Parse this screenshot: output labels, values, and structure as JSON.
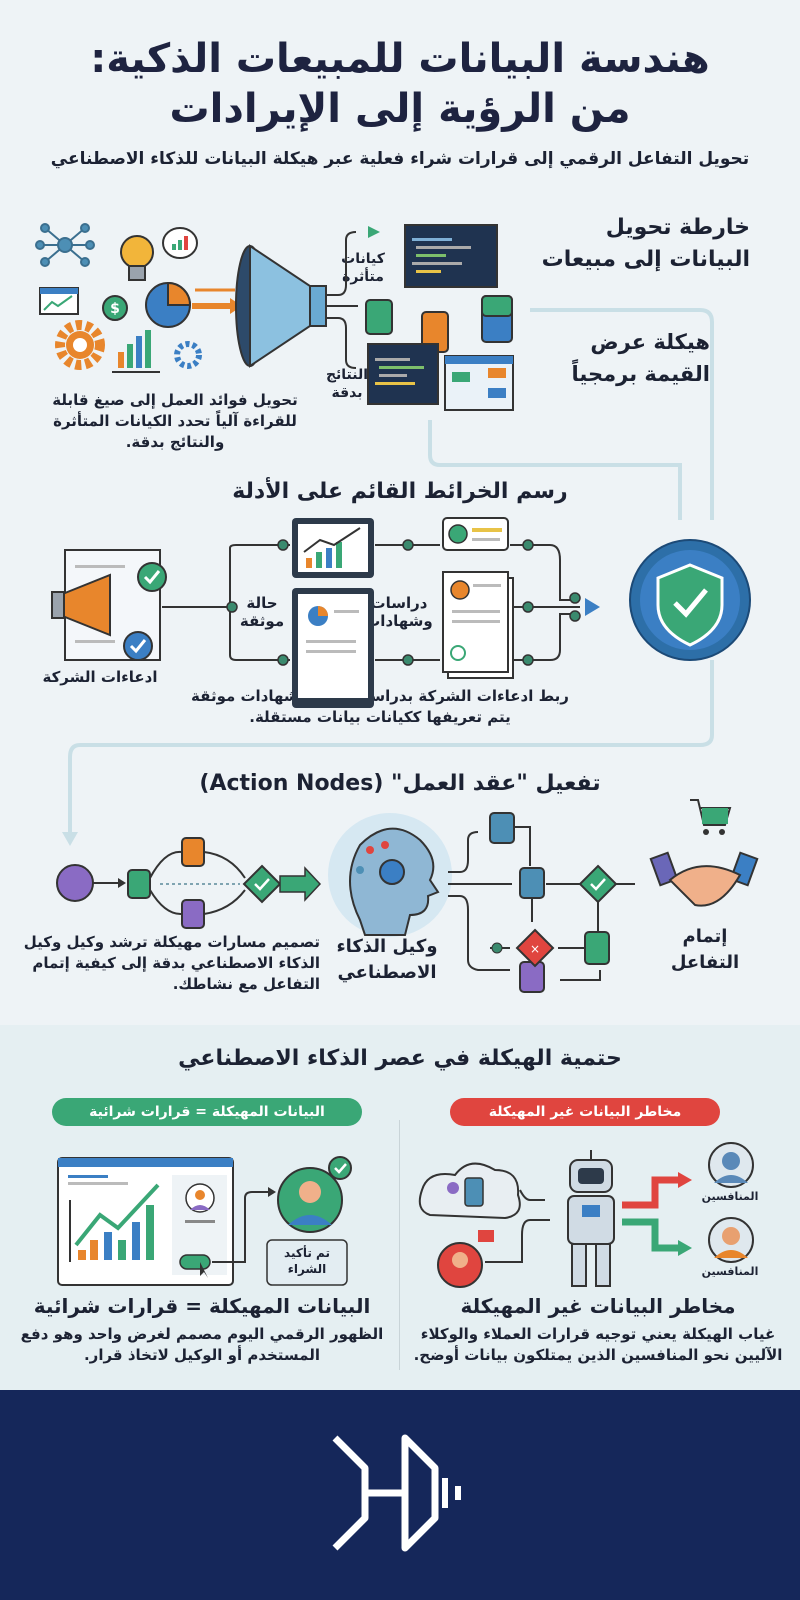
{
  "header": {
    "title_line1": "هندسة البيانات للمبيعات الذكية:",
    "title_line2": "من الرؤية إلى الإيرادات",
    "subtitle": "تحويل التفاعل الرقمي إلى قرارات شراء فعلية عبر هيكلة البيانات للذكاء الاصطناعي"
  },
  "section1": {
    "heading": "خارطة تحويل البيانات إلى مبيعات",
    "subheading": "هيكلة عرض القيمة برمجياً",
    "label_entities": "كيانات متأثرة",
    "label_results": "النتائج بدقة",
    "description": "تحويل فوائد العمل إلى صيغ قابلة للقراءة آلياً تحدد الكيانات المتأثرة والنتائج بدقة."
  },
  "section2": {
    "heading": "رسم الخرائط القائم على الأدلة",
    "label_claims": "ادعاءات الشركة",
    "label_case": "حالة موثقة",
    "label_studies": "دراسات وشهادات",
    "description": "ربط ادعاءات الشركة بدراسات حالة وشهادات موثقة يتم تعريفها ككيانات بيانات مستقلة."
  },
  "section3": {
    "heading": "تفعيل \"عقد العمل\" (Action Nodes)",
    "label_agent": "وكيل الذكاء الاصطناعي",
    "label_complete": "إتمام التفاعل",
    "description": "تصميم مسارات مهيكلة ترشد وكيل وكيل الذكاء الاصطناعي بدقة إلى كيفية إتمام التفاعل مع نشاطك."
  },
  "section4": {
    "heading": "حتمية الهيكلة في عصر الذكاء الاصطناعي",
    "structured": {
      "pill": "البيانات المهيكلة = قرارات شرائية",
      "title": "البيانات المهيكلة = قرارات شرائية",
      "confirm_label": "تم تأكيد الشراء",
      "description": "الظهور الرقمي اليوم مصمم لغرض واحد وهو دفع المستخدم أو الوكيل لاتخاذ قرار."
    },
    "unstructured": {
      "pill": "مخاطر البيانات غير المهيكلة",
      "title": "مخاطر البيانات غير المهيكلة",
      "competitor_label_1": "المنافسين",
      "competitor_label_2": "المنافسين",
      "description": "غياب الهيكلة يعني توجيه قرارات العملاء والوكلاء الآليين نحو المنافسين الذين يمتلكون بيانات أوضح."
    }
  },
  "colors": {
    "navy": "#15275a",
    "green": "#3aa776",
    "red": "#e0453f",
    "blue": "#3b7fc4",
    "orange": "#e8862c"
  },
  "icons": [
    "funnel-icon",
    "lightbulb-icon",
    "gear-icon",
    "database-icon",
    "code-window-icon",
    "megaphone-icon",
    "shield-check-icon",
    "ai-head-icon",
    "handshake-icon",
    "cart-icon",
    "robot-icon",
    "user-avatar-icon",
    "brand-logo"
  ]
}
